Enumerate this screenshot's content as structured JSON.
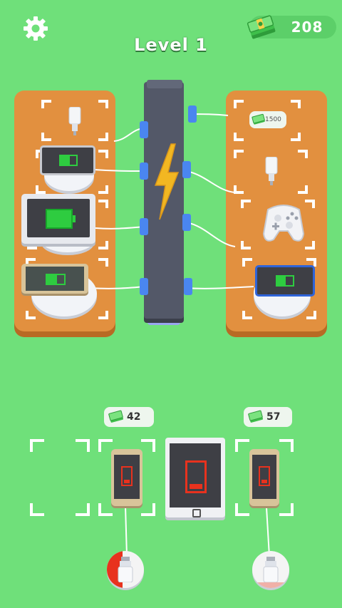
{
  "header": {
    "level_text": "Level 1",
    "money_value": "208",
    "settings_icon": "gear-icon",
    "money_icon": "cash-stack-icon"
  },
  "right_board": {
    "unlock_price": "1500"
  },
  "inventory": {
    "slot_1_price": "42",
    "slot_3_price": "57"
  },
  "colors": {
    "background": "#6fe07a",
    "board": "#e2903f",
    "station": "#535868",
    "port": "#4a86f0",
    "battery_full": "#2ecc40",
    "battery_low": "#e8321e"
  }
}
